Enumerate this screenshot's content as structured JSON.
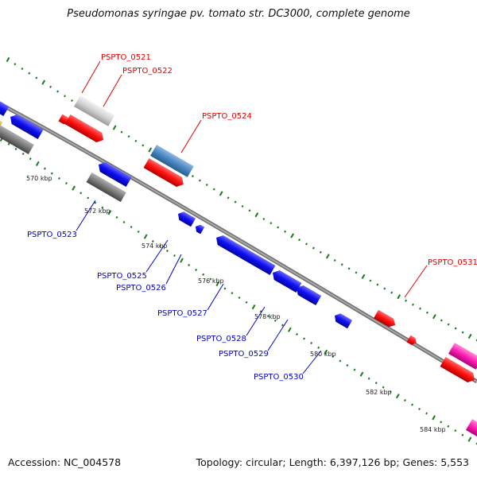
{
  "title": "Pseudomonas syringae pv. tomato str. DC3000, complete genome",
  "footer": {
    "accession": "Accession: NC_004578",
    "summary": "Topology: circular; Length: 6,397,126 bp; Genes: 5,553"
  },
  "colors": {
    "backbone": "#8a8a8a",
    "tick": "#1a7a1a",
    "forward_gene": "#ff1010",
    "reverse_gene": "#1010f0",
    "gray_gene": "#7a7a7a",
    "lightgray_gene": "#cfcfcf",
    "steel_gene": "#4a86c0",
    "magenta_gene": "#ff1fb4",
    "orange_gene": "#f0a020",
    "label_red": "#e00000",
    "label_blue": "#0000cc"
  },
  "kbp_ticks": [
    "570 kbp",
    "572 kbp",
    "574 kbp",
    "576 kbp",
    "578 kbp",
    "580 kbp",
    "582 kbp",
    "584 kbp"
  ],
  "labels": [
    {
      "text": "PSPTO_0521",
      "strand": "forward"
    },
    {
      "text": "PSPTO_0522",
      "strand": "forward"
    },
    {
      "text": "PSPTO_0524",
      "strand": "forward"
    },
    {
      "text": "PSPTO_0531",
      "strand": "forward"
    },
    {
      "text": "PSPTO_0523",
      "strand": "reverse"
    },
    {
      "text": "PSPTO_0525",
      "strand": "reverse"
    },
    {
      "text": "PSPTO_0526",
      "strand": "reverse"
    },
    {
      "text": "PSPTO_0527",
      "strand": "reverse"
    },
    {
      "text": "PSPTO_0528",
      "strand": "reverse"
    },
    {
      "text": "PSPTO_0529",
      "strand": "reverse"
    },
    {
      "text": "PSPTO_0530",
      "strand": "reverse"
    }
  ]
}
